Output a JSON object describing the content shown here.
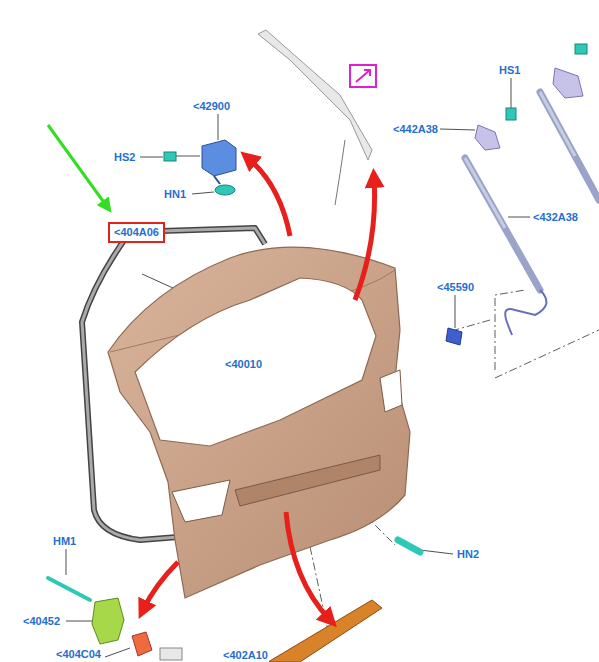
{
  "diagram": {
    "nodes": [
      {
        "text": [
          "<404A06"
        ]
      }
    ],
    "labels": [
      "<42900",
      "HS1",
      "HS2",
      "<442A38",
      "HN1",
      "<432A38",
      "<45590",
      "<40010",
      "HN2",
      "HM1",
      "<40452",
      "<404C04",
      "<402A10"
    ]
  }
}
